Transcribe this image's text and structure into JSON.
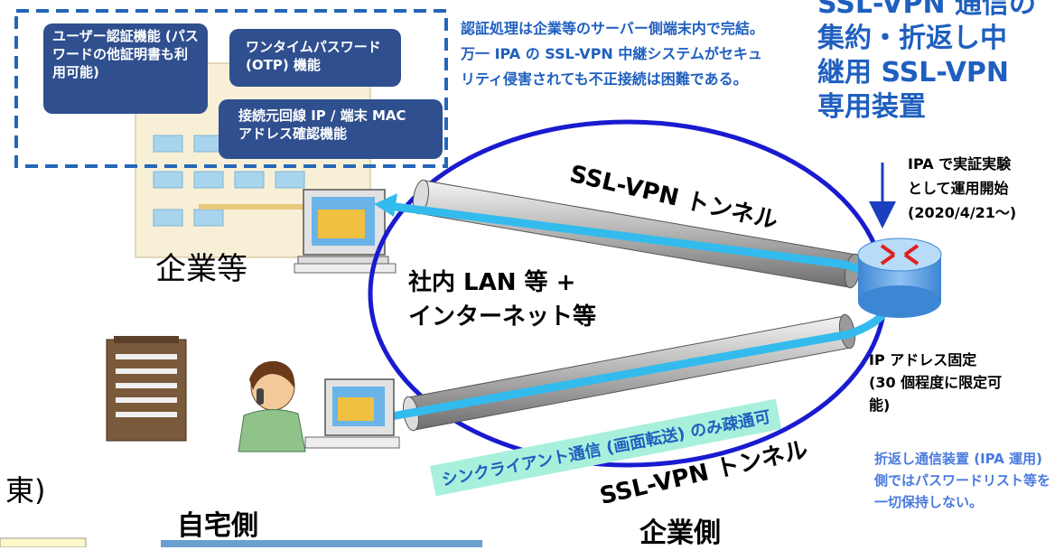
{
  "features": {
    "user_auth": "ユーザー認証機能 (パスワードの他証明書も利用可能)",
    "otp": "ワンタイムパスワード (OTP) 機能",
    "ip_mac_check": "接続元回線 IP / 端末 MAC アドレス確認機能"
  },
  "auth_note": "認証処理は企業等のサーバー側端末内で完結。万一 IPA の SSL-VPN 中継システムがセキュリティ侵害されても不正接続は困難である。",
  "relay_device": {
    "line1": "SSL-VPN 通信の",
    "line2": "集約・折返し中",
    "line3": "継用 SSL-VPN",
    "line4": "専用装置"
  },
  "ipa_note": {
    "line1": "IPA で実証実験",
    "line2": "として運用開始",
    "line3": "(2020/4/21〜)"
  },
  "tunnel_top_label": "SSL-VPN トンネル",
  "tunnel_bottom_label": "SSL-VPN トンネル",
  "company_label": "企業等",
  "network_label": {
    "line1": "社内 LAN 等 +",
    "line2": "インターネット等"
  },
  "ip_fixed_note": {
    "line1": "IP アドレス固定",
    "line2": "(30 個程度に限定可",
    "line3": "能)"
  },
  "thin_client_label": "シンクライアント通信 (画面転送) のみ疎通可",
  "no_password_note": "折返し通信装置 (IPA 運用) 側ではパスワードリスト等を一切保持しない。",
  "home_side_label": "自宅側",
  "company_side_label": "企業側",
  "left_cut_text": "東)",
  "colors": {
    "feature_box": "#2f4f8f",
    "accent_blue": "#1f5fbf",
    "arrow_cyan": "#33bbee",
    "ellipse": "#1a1ad0",
    "router_blue": "#6aa8e8",
    "dashed_border": "#2466b8",
    "thin_client_bg": "#a8f0dc"
  }
}
